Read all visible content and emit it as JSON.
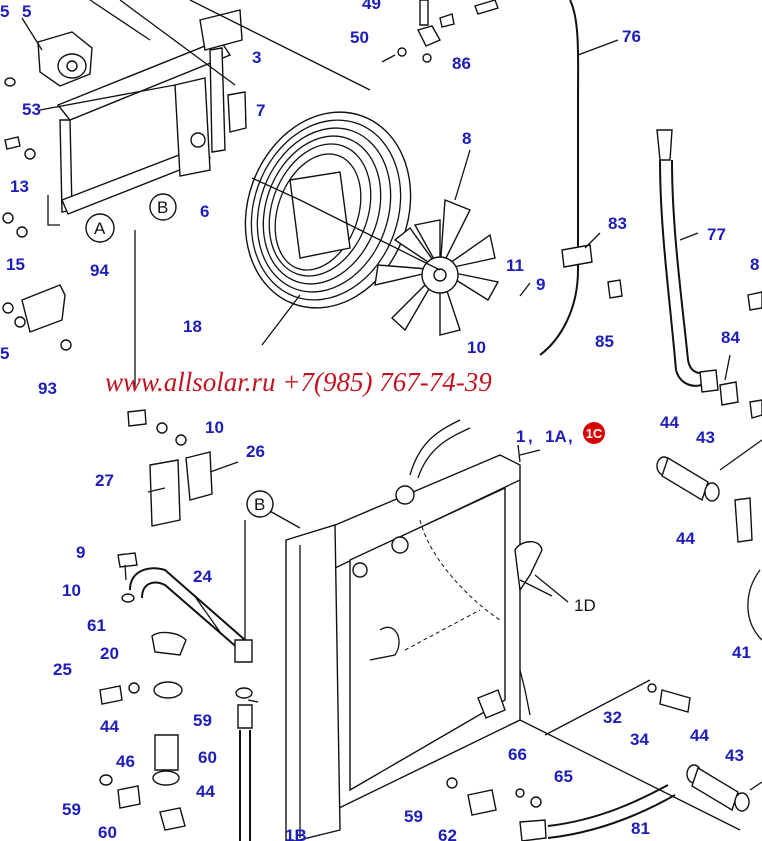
{
  "watermark": "www.allsolar.ru +7(985) 767-74-39",
  "callouts": {
    "c5a": "5",
    "c5": "5",
    "c49": "49",
    "c50": "50",
    "c86": "86",
    "c76": "76",
    "c3": "3",
    "c7": "7",
    "c53": "53",
    "c13": "13",
    "c6": "6",
    "c15": "15",
    "c94": "94",
    "c5b": "5",
    "c93": "93",
    "c18": "18",
    "c8": "8",
    "c11": "11",
    "c9a": "9",
    "c10a": "10",
    "c83": "83",
    "c85": "85",
    "c77": "77",
    "c8b": "8",
    "c84": "84",
    "c10b": "10",
    "c26": "26",
    "c27": "27",
    "c1": "1",
    "c1A": "1A",
    "c44a": "44",
    "c43a": "43",
    "c44b": "44",
    "c9b": "9",
    "c24": "24",
    "c10c": "10",
    "c61": "61",
    "c20": "20",
    "c25": "25",
    "c44c": "44",
    "c59a": "59",
    "c60a": "60",
    "c46": "46",
    "c44d": "44",
    "c59b": "59",
    "c60b": "60",
    "c41": "41",
    "c32": "32",
    "c34": "34",
    "c44e": "44",
    "c43b": "43",
    "c66": "66",
    "c65": "65",
    "c59c": "59",
    "c62": "62",
    "c81": "81",
    "c1B": "1B"
  },
  "black_labels": {
    "b1D": "1D",
    "bA": "A",
    "bB1": "B",
    "bB2": "B"
  },
  "badge": {
    "text": "1C",
    "color": "#d90000"
  },
  "colors": {
    "callout": "#1d1db8",
    "watermark": "#c1121f",
    "line": "#111111"
  }
}
